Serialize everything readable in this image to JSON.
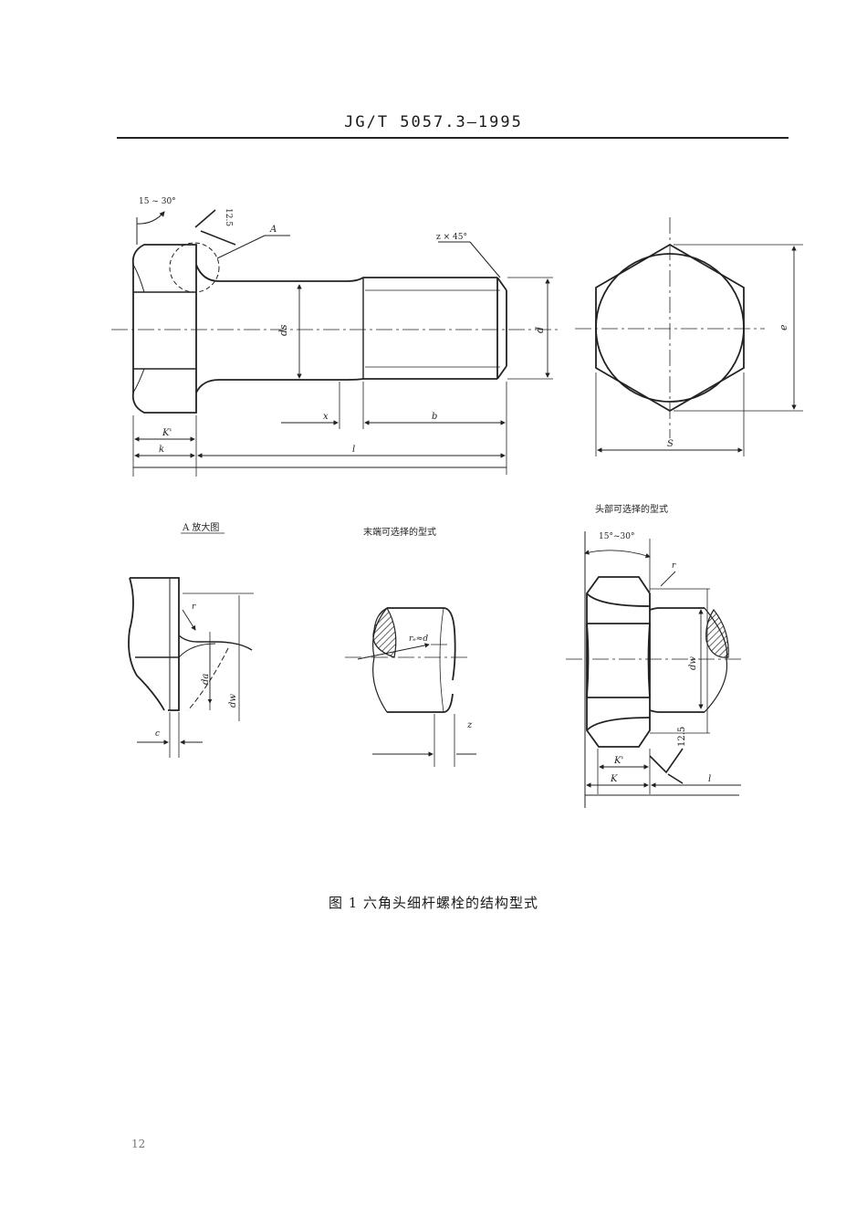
{
  "header": {
    "standard_number": "JG/T 5057.3—1995"
  },
  "figure": {
    "caption": "图 1  六角头细杆螺栓的结构型式",
    "main_view": {
      "angle": "15 ~ 30°",
      "roughness": "12.5",
      "detail_ref": "A",
      "chamfer": "z × 45°",
      "dim_ds": "ds",
      "dim_d": "d",
      "dim_x": "x",
      "dim_b": "b",
      "dim_k_prime": "K'",
      "dim_k": "k",
      "dim_l": "l"
    },
    "end_view": {
      "dim_e": "e",
      "dim_s": "S"
    },
    "detail_a": {
      "title": "A 放大图",
      "dim_r": "r",
      "dim_da": "da",
      "dim_dw": "dw",
      "dim_c": "c"
    },
    "end_options": {
      "title": "末端可选择的型式",
      "relation": "rₑ≈d",
      "dim_z": "z"
    },
    "head_options": {
      "title": "头部可选择的型式",
      "angle": "15°~30°",
      "dim_r": "r",
      "dim_dw": "dw",
      "dim_k_prime": "K'",
      "dim_k": "K",
      "roughness": "12.5",
      "dim_l": "l"
    }
  },
  "page_number": "12"
}
